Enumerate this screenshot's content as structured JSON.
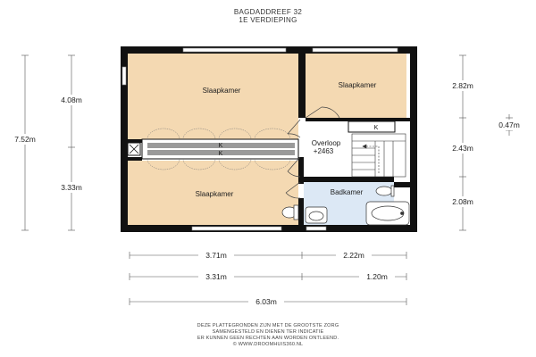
{
  "header": {
    "address": "BAGDADDREEF 32",
    "floor": "1E VERDIEPING"
  },
  "rooms": {
    "bedroom_left_top": "Slaapkamer",
    "bedroom_right_top": "Slaapkamer",
    "bedroom_left_bottom": "Slaapkamer",
    "landing": "Overloop",
    "landing_height": "+2463",
    "bathroom": "Badkamer",
    "closet_label": "K"
  },
  "dimensions": {
    "left_outer": "7.52m",
    "left_top": "4.08m",
    "left_bottom": "3.33m",
    "right_top": "2.82m",
    "right_mid": "2.43m",
    "right_bottom": "2.08m",
    "right_small": "0.47m",
    "bottom_row1_left": "3.71m",
    "bottom_row1_right": "2.22m",
    "bottom_row2_left": "3.31m",
    "bottom_row2_right": "1.20m",
    "bottom_total": "6.03m"
  },
  "footer": {
    "line1": "DEZE PLATTEGRONDEN ZIJN MET DE GROOTSTE ZORG",
    "line2": "SAMENGESTELD EN DIENEN TER INDICATIE",
    "line3": "ER KUNNEN GEEN RECHTEN AAN WORDEN ONTLEEND.",
    "line4": "© WWW.DROOMHUIS360.NL"
  },
  "colors": {
    "wall": "#111111",
    "bedroom_floor": "#f4d9b2",
    "bathroom_floor": "#dce8f5",
    "landing_floor": "#ffffff"
  }
}
